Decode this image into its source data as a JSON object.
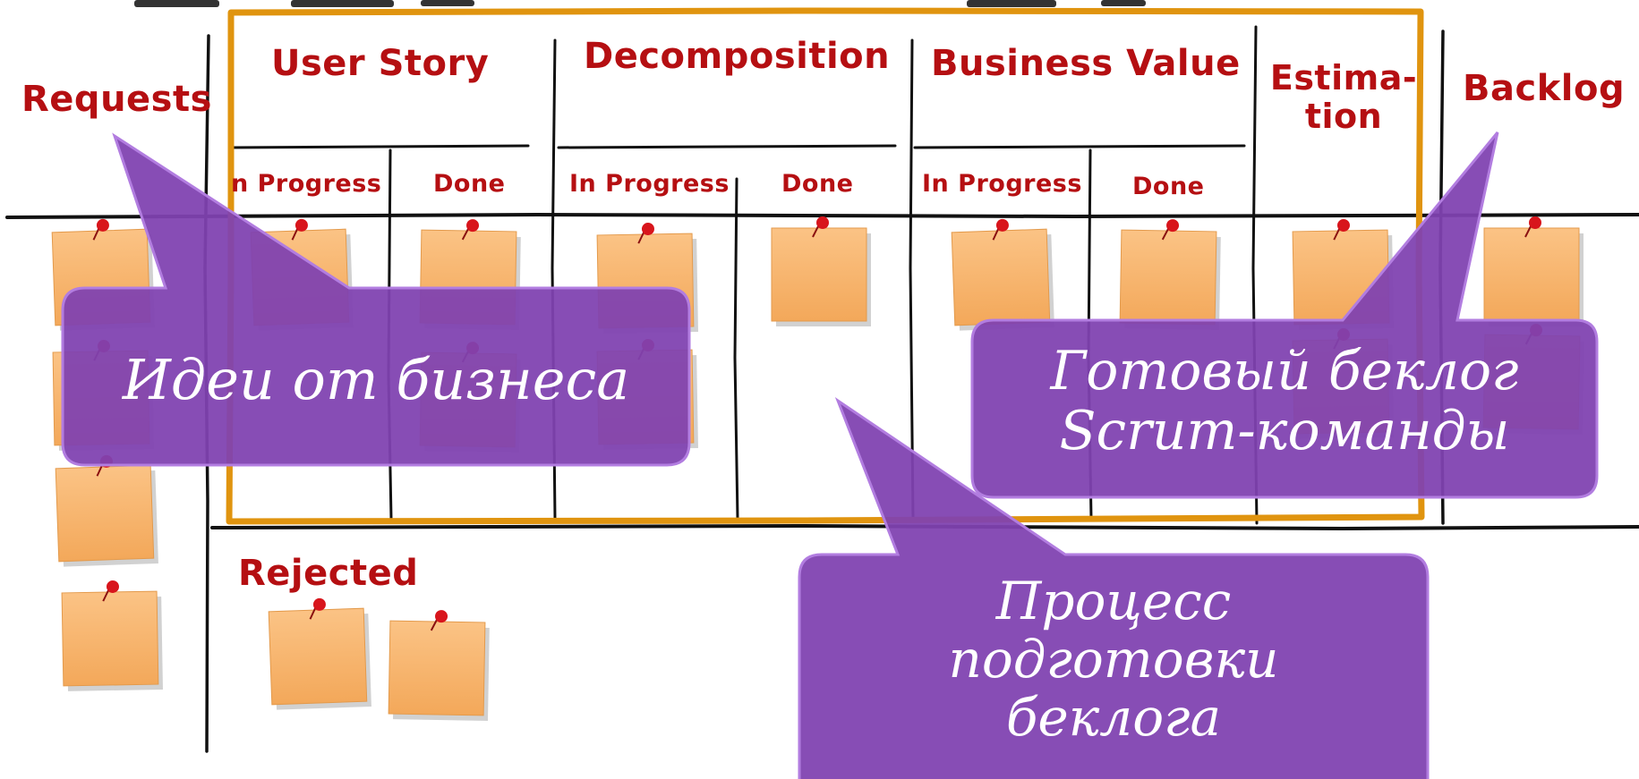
{
  "header_partial": "",
  "columns": {
    "requests": "Requests",
    "user_story": "User Story",
    "decomposition": "Decomposition",
    "business_value": "Business Value",
    "estimation_line1": "Estima-",
    "estimation_line2": "tion",
    "backlog": "Backlog",
    "in_progress": "In Progress",
    "in_progress_cut": "n Progress",
    "done": "Done",
    "rejected": "Rejected"
  },
  "callouts": {
    "business_ideas": "Идеи от бизнеса",
    "ready_backlog_line1": "Готовый беклог",
    "ready_backlog_line2": "Scrum-команды",
    "prep_line1": "Процесс",
    "prep_line2": "подготовки",
    "prep_line3": "беклога"
  },
  "colors": {
    "label_red": "#b50f12",
    "frame_orange": "#e0940f",
    "note_orange": "#f8b873",
    "pin_red": "#d8151c",
    "callout_purple": "#7f42b0",
    "callout_border": "#b27de0"
  }
}
